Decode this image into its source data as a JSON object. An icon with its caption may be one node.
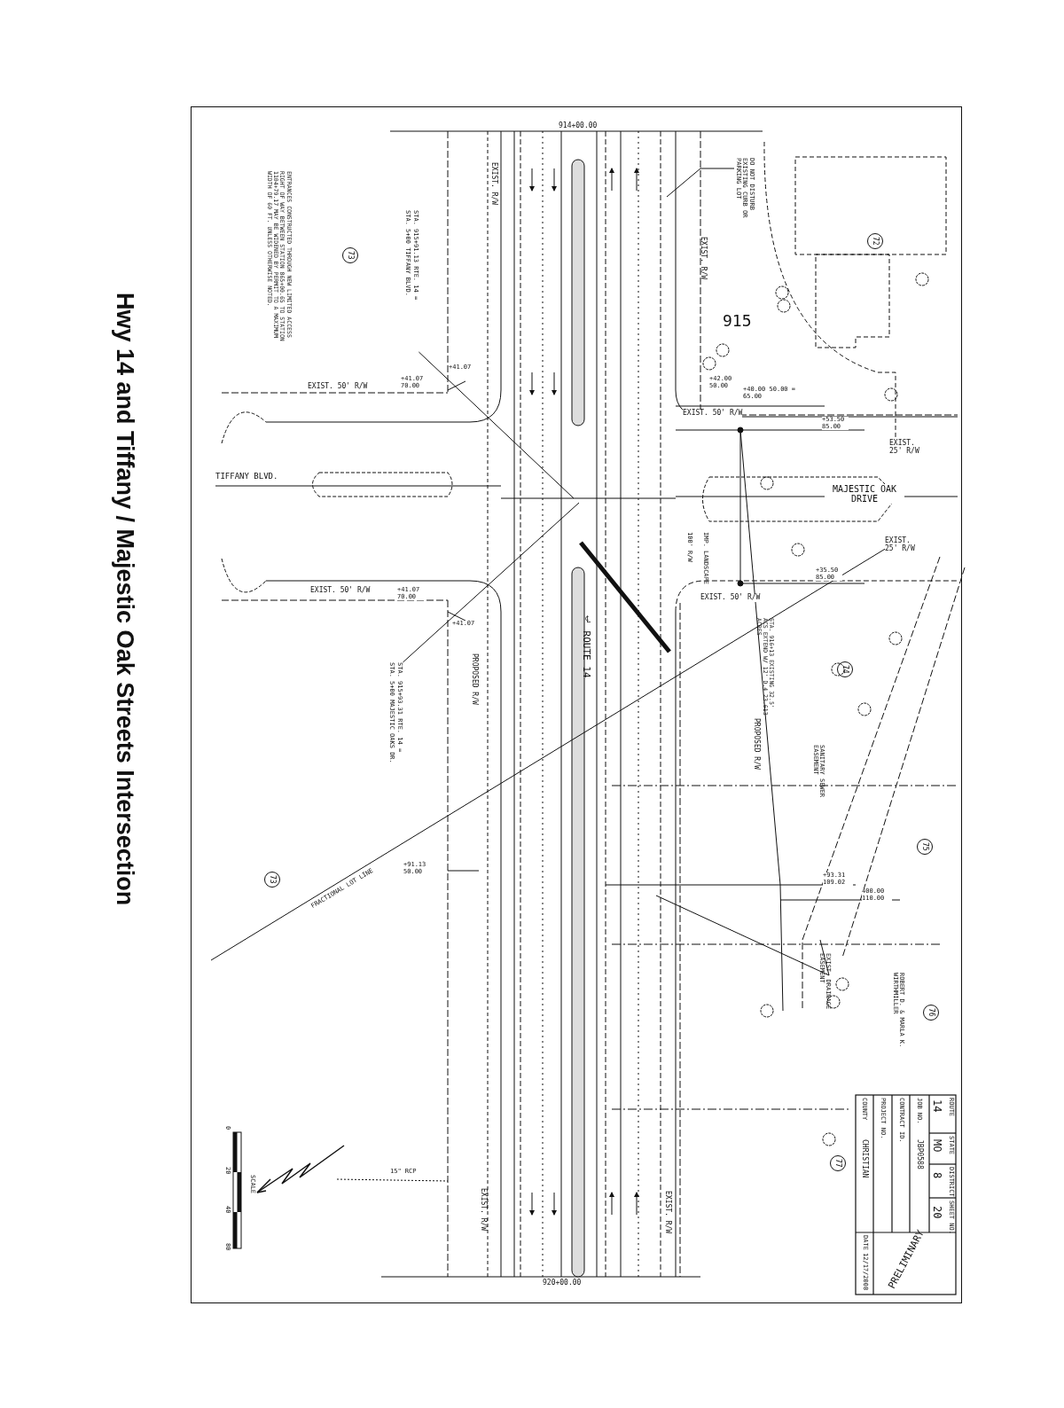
{
  "diagram": {
    "title": "Hwy 14 and Tiffany / Majestic Oak Streets Intersection",
    "nodes": [
      {
        "text": [
          "DO NOT DISTURB EXISTING CURB OR PARKING LOT"
        ]
      },
      {
        "text": [
          "STA. 915+91.13 RTE. 14 =",
          "STA. 5+00 TIFFANY BLVD."
        ]
      },
      {
        "text": [
          "72"
        ]
      },
      {
        "text": [
          "73"
        ]
      },
      {
        "text": [
          "STA. 915+93.31 RTE. 14 =",
          "STA. 5+00 MAJESTIC OAKS DR."
        ]
      },
      {
        "text": [
          "74"
        ]
      },
      {
        "text": [
          "75"
        ]
      },
      {
        "text": [
          "73"
        ]
      },
      {
        "text": [
          "76"
        ],
        "beside": [
          "ROBERT D. & MARLA K. WIRTHMILLER"
        ]
      },
      {
        "text": [
          "77"
        ]
      }
    ],
    "edges": [
      {
        "from": 0,
        "to": null,
        "arrow": "none"
      },
      {
        "from": 1,
        "to": null,
        "arrow": "none"
      },
      {
        "from": 4,
        "to": null,
        "arrow": "none"
      }
    ],
    "labels": [
      "914+00.00",
      "EXIST. R/W",
      "EXIST. R/W",
      "915",
      "ENTRANCES CONSTRUCTED THROUGH NEW LIMITED ACCESS RIGHT OF WAY BETWEEN STATION 865+00.65 TO STATION 1104+79.17 MAY BE WIDENED BY PERMIT TO A MAXIMUM WIDTH OF 60 FT. UNLESS OTHERWISE NOTED.",
      "EXIST. 50' R/W",
      "+41.07 70.00",
      "+41.07",
      "+42.00 50.00",
      "+40.00 50.00 = 65.00",
      "EXIST. 50' R/W",
      "+53.50 85.00",
      "EXIST. 25' R/W",
      "TIFFANY BLVD.",
      "100' R/W",
      "IMP. LANDSCAPE",
      "MAJESTIC OAK DRIVE",
      "EXIST. 25' R/W",
      "+35.50 85.00",
      "EXIST. 50' R/W",
      "+41.07 70.00",
      "EXIST. 50' R/W",
      "+41.07",
      "℄ ROUTE 14",
      "STA. 916+13 EXISTING 32.5' ACS EXTEND W/ 12' D.4 23.613 ACRES",
      "PROPOSED R/W",
      "PROPOSED R/W",
      "SANITARY SEWER EASEMENT",
      "FRACTIONAL LOT LINE",
      "+91.13 50.00",
      "+93.31 109.02",
      "400.00 110.00",
      "EXIST. DRAINAGE EASEMENT",
      "SCALE",
      "0",
      "20",
      "40",
      "80",
      "15\" RCP",
      "EXIST. R/W",
      "EXIST. R/W",
      "920+00.00",
      "ROUTE",
      "14",
      "STATE",
      "MO",
      "DISTRICT",
      "8",
      "SHEET NO.",
      "20",
      "JOB NO.",
      "JBP0588",
      "CONTRACT ID.",
      "PROJECT NO.",
      "COUNTY",
      "CHRISTIAN",
      "DATE",
      "12/17/2008",
      "PRELIMINARY"
    ]
  }
}
